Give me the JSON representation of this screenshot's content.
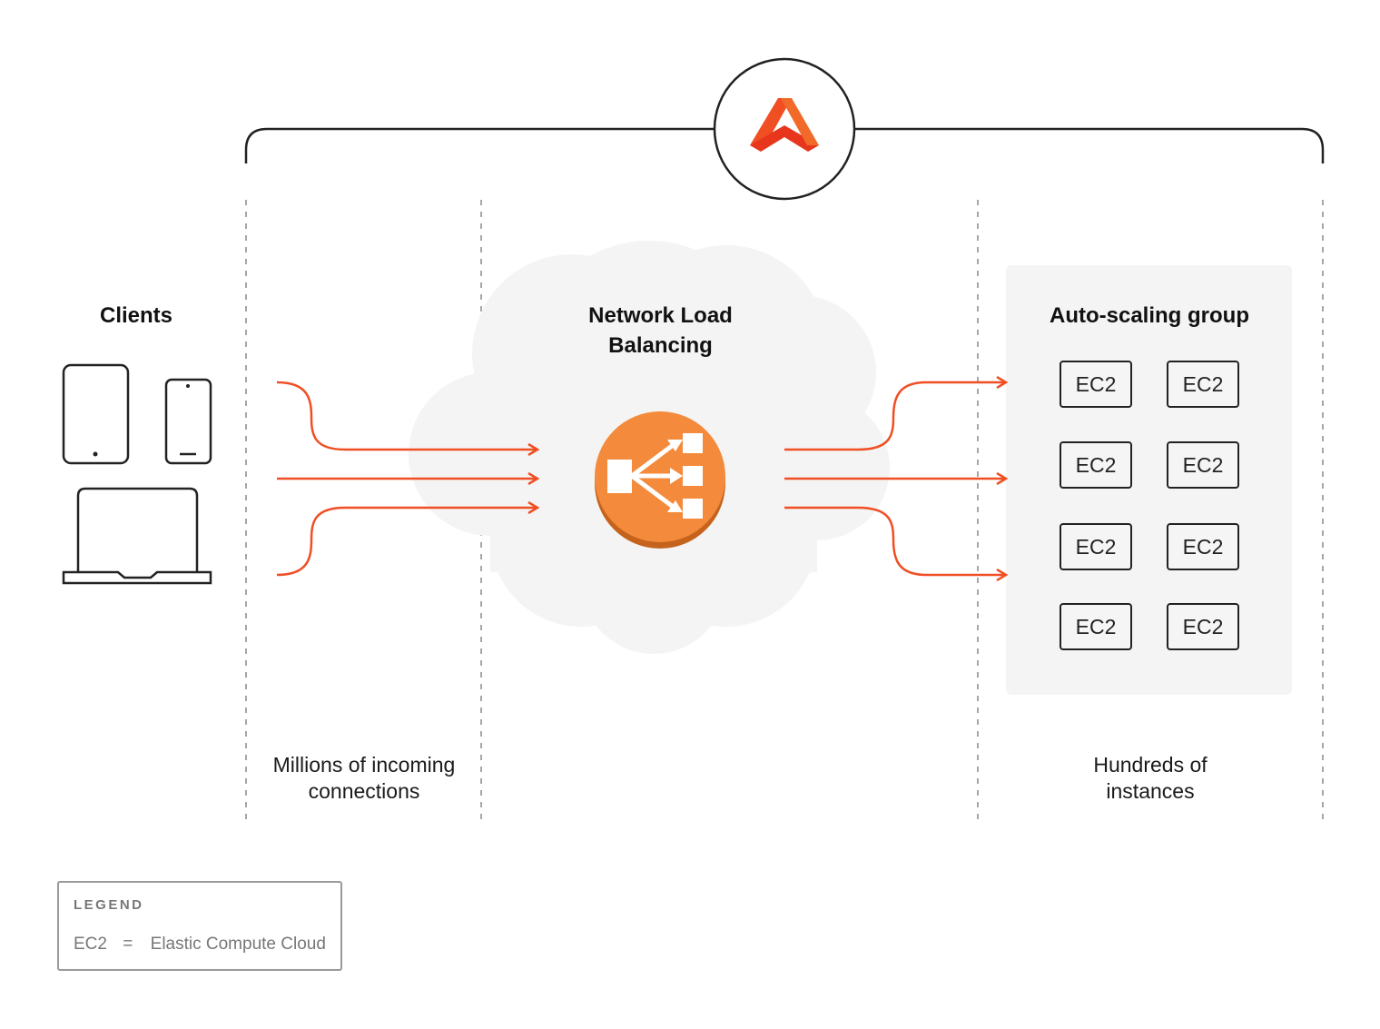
{
  "colors": {
    "accent": "#f04e23",
    "lb_orange": "#f48a3b",
    "lb_orange_dark": "#c5621c",
    "cloud": "#f4f4f4",
    "panel": "#f4f4f4",
    "stroke": "#222222",
    "divider": "#888888"
  },
  "icons": {
    "brand": "brand-logo-icon",
    "tablet": "tablet-icon",
    "phone": "phone-icon",
    "laptop": "laptop-icon",
    "load_balancer": "load-balancer-icon"
  },
  "sections": {
    "clients": {
      "title": "Clients"
    },
    "nlb": {
      "title_line1": "Network Load",
      "title_line2": "Balancing"
    },
    "asg": {
      "title": "Auto-scaling group"
    }
  },
  "notes": {
    "connections_line1": "Millions of incoming",
    "connections_line2": "connections",
    "instances_line1": "Hundreds of",
    "instances_line2": "instances"
  },
  "instances": [
    "EC2",
    "EC2",
    "EC2",
    "EC2",
    "EC2",
    "EC2",
    "EC2",
    "EC2"
  ],
  "legend": {
    "title": "LEGEND",
    "term": "EC2",
    "separator": "=",
    "definition": "Elastic Compute Cloud"
  }
}
